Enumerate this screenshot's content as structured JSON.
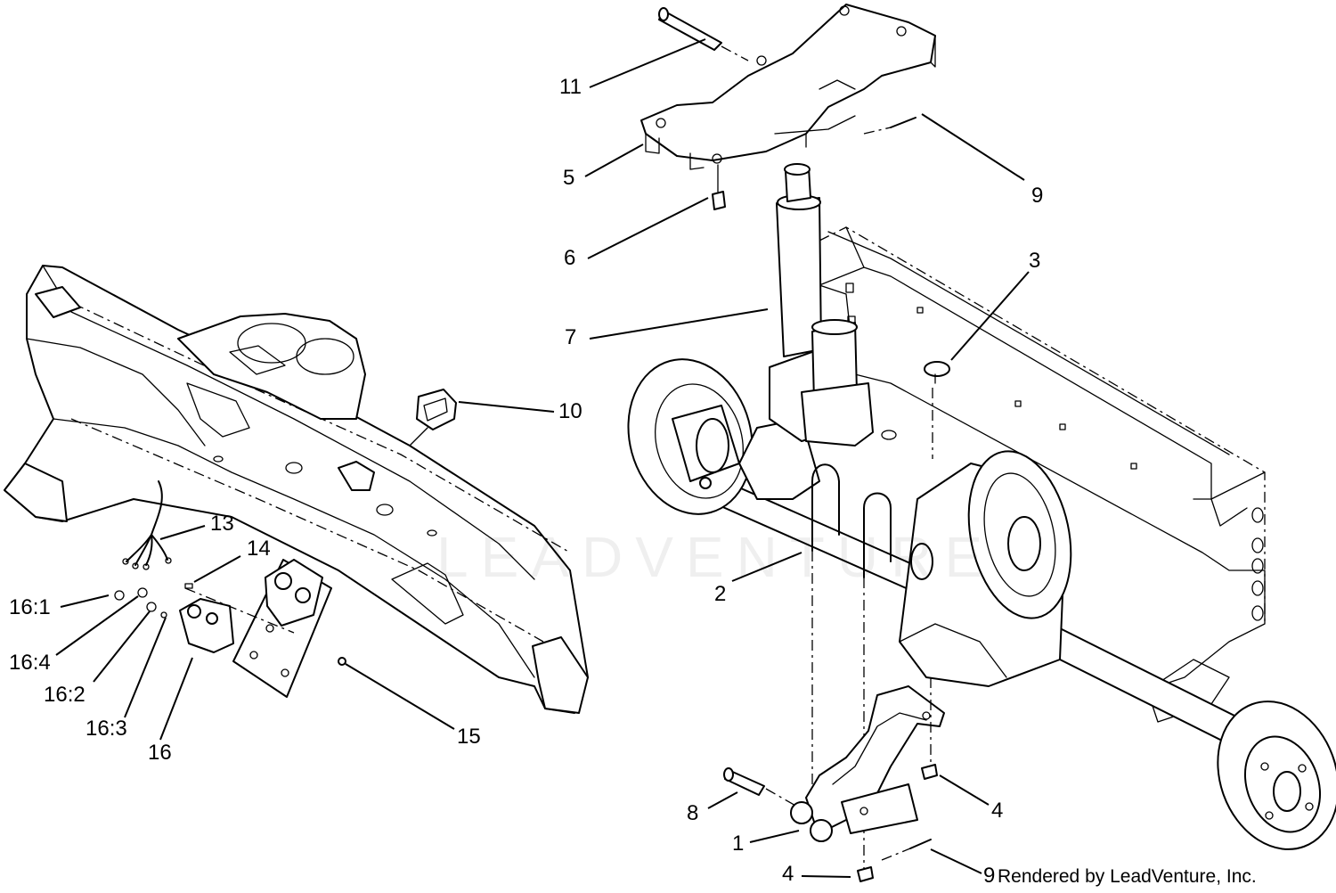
{
  "callouts": [
    {
      "id": "11",
      "text": "11"
    },
    {
      "id": "5",
      "text": "5"
    },
    {
      "id": "9a",
      "text": "9"
    },
    {
      "id": "6",
      "text": "6"
    },
    {
      "id": "3",
      "text": "3"
    },
    {
      "id": "7",
      "text": "7"
    },
    {
      "id": "10",
      "text": "10"
    },
    {
      "id": "13",
      "text": "13"
    },
    {
      "id": "14",
      "text": "14"
    },
    {
      "id": "16_1",
      "text": "16:1"
    },
    {
      "id": "16_4",
      "text": "16:4"
    },
    {
      "id": "16_2",
      "text": "16:2"
    },
    {
      "id": "16_3",
      "text": "16:3"
    },
    {
      "id": "16",
      "text": "16"
    },
    {
      "id": "15",
      "text": "15"
    },
    {
      "id": "2",
      "text": "2"
    },
    {
      "id": "4a",
      "text": "4"
    },
    {
      "id": "8",
      "text": "8"
    },
    {
      "id": "1",
      "text": "1"
    },
    {
      "id": "4b",
      "text": "4"
    },
    {
      "id": "9b",
      "text": "9"
    }
  ],
  "credit": "Rendered by LeadVenture, Inc.",
  "watermark": "LEADVENTURE"
}
